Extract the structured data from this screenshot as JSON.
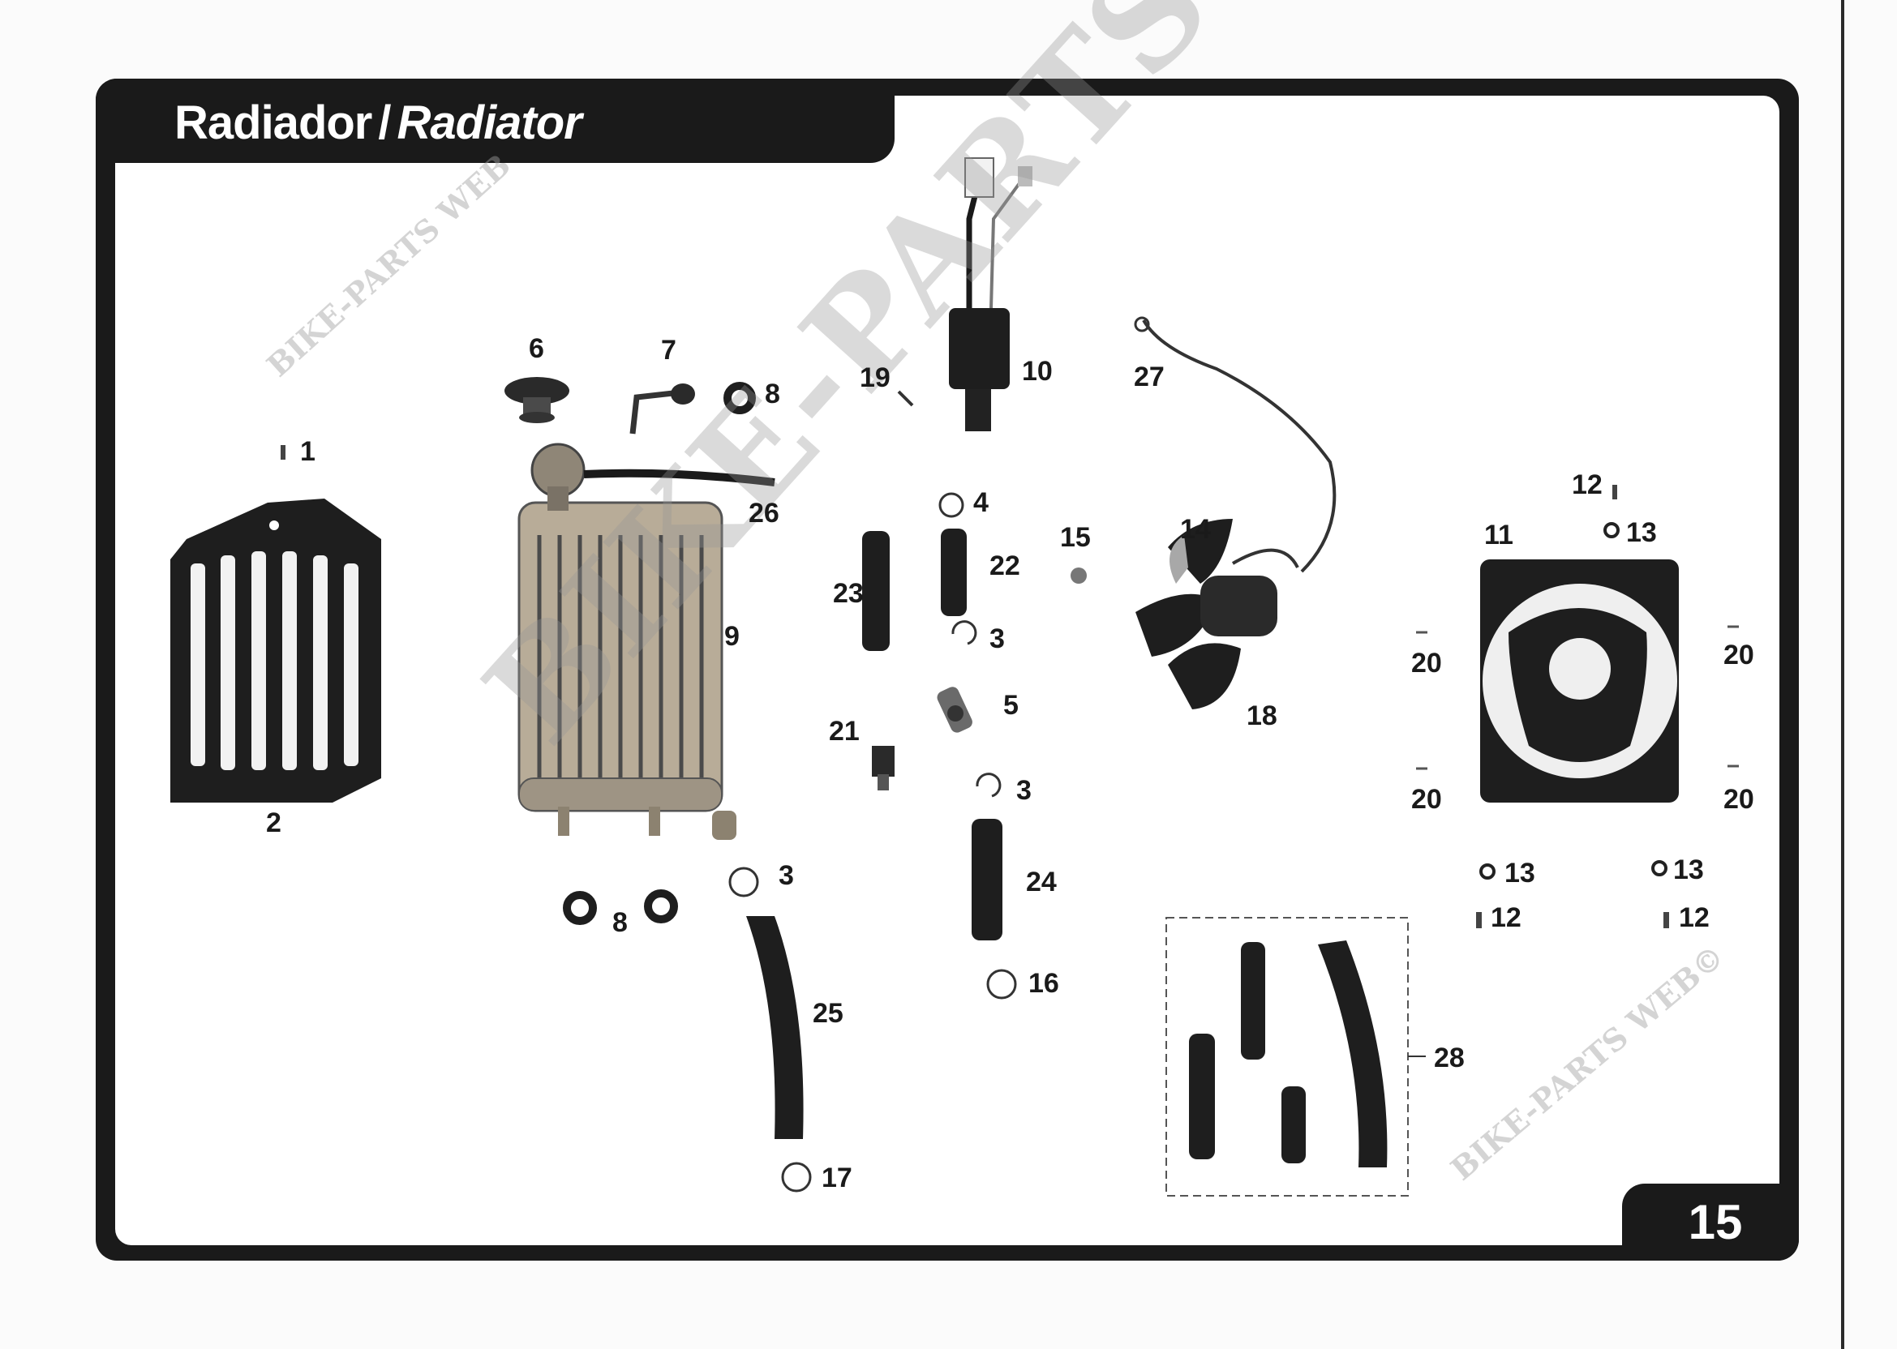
{
  "header": {
    "title_es": "Radiador",
    "separator": "/",
    "title_en": "Radiator"
  },
  "page_number": "15",
  "watermark": {
    "main": "BIKE-PARTS WEB©",
    "small_top": "BIKE-PARTS WEB",
    "small_bottom": "BIKE-PARTS WEB©"
  },
  "callouts": {
    "c1": "1",
    "c2": "2",
    "c3a": "3",
    "c3b": "3",
    "c3c": "3",
    "c4": "4",
    "c5": "5",
    "c6": "6",
    "c7": "7",
    "c8a": "8",
    "c8b": "8",
    "c9": "9",
    "c10": "10",
    "c11": "11",
    "c12a": "12",
    "c12b": "12",
    "c12c": "12",
    "c13a": "13",
    "c13b": "13",
    "c13c": "13",
    "c14": "14",
    "c15": "15",
    "c16": "16",
    "c17": "17",
    "c18": "18",
    "c19": "19",
    "c20a": "20",
    "c20b": "20",
    "c20c": "20",
    "c20d": "20",
    "c21": "21",
    "c22": "22",
    "c23": "23",
    "c24": "24",
    "c25": "25",
    "c26": "26",
    "c27": "27",
    "c28": "28"
  }
}
